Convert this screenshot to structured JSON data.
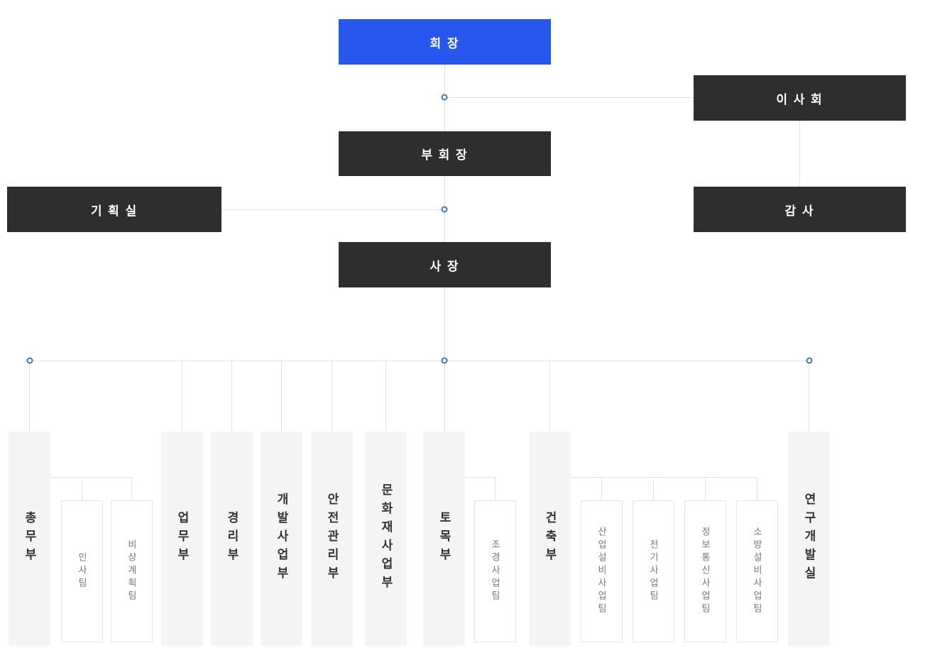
{
  "palette": {
    "accent_blue": "#2857F0",
    "dark_box": "#2E2E2E",
    "dept_box_bg": "#F4F4F5",
    "team_box_border": "#E4E4E4",
    "connector_line": "#DFE3E7",
    "connector_dot_ring": "#3D7BA6",
    "dept_text": "#333333",
    "team_text": "#777777"
  },
  "nodes": {
    "chairman": {
      "label": "회 장"
    },
    "board": {
      "label": "이 사 회"
    },
    "vice_chairman": {
      "label": "부 회 장"
    },
    "planning_office": {
      "label": "기 획 실"
    },
    "auditor": {
      "label": "감 사"
    },
    "president": {
      "label": "사 장"
    }
  },
  "departments": [
    {
      "label": "총무부",
      "teams": [
        "인사팀",
        "비상계획팀"
      ]
    },
    {
      "label": "업무부",
      "teams": []
    },
    {
      "label": "경리부",
      "teams": []
    },
    {
      "label": "개발사업부",
      "teams": []
    },
    {
      "label": "안전관리부",
      "teams": []
    },
    {
      "label": "문화재사업부",
      "teams": []
    },
    {
      "label": "토목부",
      "teams": [
        "조경사업팀"
      ]
    },
    {
      "label": "건축부",
      "teams": [
        "산업설비사업팀",
        "전기사업팀",
        "정보통신사업팀",
        "소방설비사업팀"
      ]
    },
    {
      "label": "연구개발실",
      "teams": []
    }
  ]
}
